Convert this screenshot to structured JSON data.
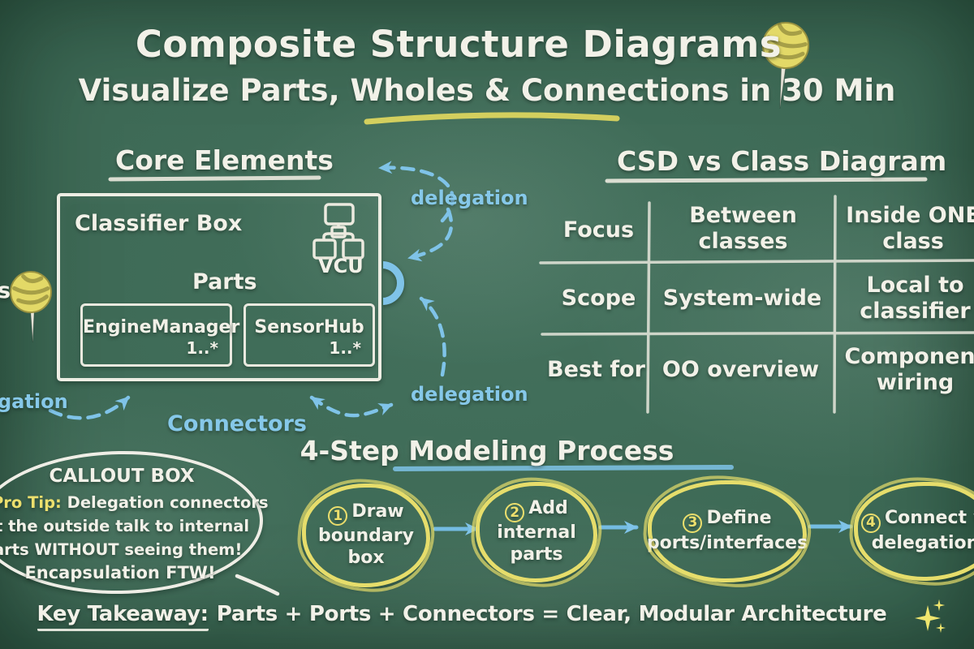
{
  "title": {
    "main": "Composite Structure Diagrams",
    "subtitle": "Visualize Parts, Wholes & Connections in 30 Min"
  },
  "colors": {
    "board": "#3c6854",
    "chalk": "#f2f1e8",
    "blue": "#86c8e9",
    "yellow": "#e6dd6b"
  },
  "core": {
    "heading": "Core Elements",
    "classifier_title": "Classifier Box",
    "vcu_label": "VCU",
    "parts_heading": "Parts",
    "parts": [
      {
        "name": "EngineManager",
        "multiplicity": "1..*"
      },
      {
        "name": "SensorHub",
        "multiplicity": "1..*"
      }
    ],
    "connectors_label": "Connectors",
    "delegation_top": "delegation",
    "delegation_bottom": "delegation",
    "delegation_left_fragment": "gation",
    "left_edge_fragment": "s"
  },
  "comparison": {
    "heading": "CSD vs Class Diagram",
    "rows": [
      {
        "aspect": "Focus",
        "csd": "Between classes",
        "class_diagram": "Inside ONE class"
      },
      {
        "aspect": "Scope",
        "csd": "System-wide",
        "class_diagram": "Local to classifier"
      },
      {
        "aspect": "Best for",
        "csd": "OO overview",
        "class_diagram": "Component wiring"
      }
    ]
  },
  "process": {
    "heading": "4-Step Modeling Process",
    "steps": [
      {
        "num": "1",
        "text": "Draw\nboundary\nbox"
      },
      {
        "num": "2",
        "text": "Add\ninternal\nparts"
      },
      {
        "num": "3",
        "text": "Define\nports/interfaces"
      },
      {
        "num": "4",
        "text": "Connect w\ndelegation"
      }
    ]
  },
  "callout": {
    "heading": "CALLOUT BOX",
    "tip_label": "Pro Tip:",
    "tip_line1": "Delegation connectors",
    "line2": "t the outside talk to internal",
    "line3": "arts WITHOUT seeing them!",
    "line4": "Encapsulation FTW!"
  },
  "takeaway": {
    "label": "Key Takeaway:",
    "text": "Parts + Ports + Connectors = Clear, Modular Architecture"
  }
}
